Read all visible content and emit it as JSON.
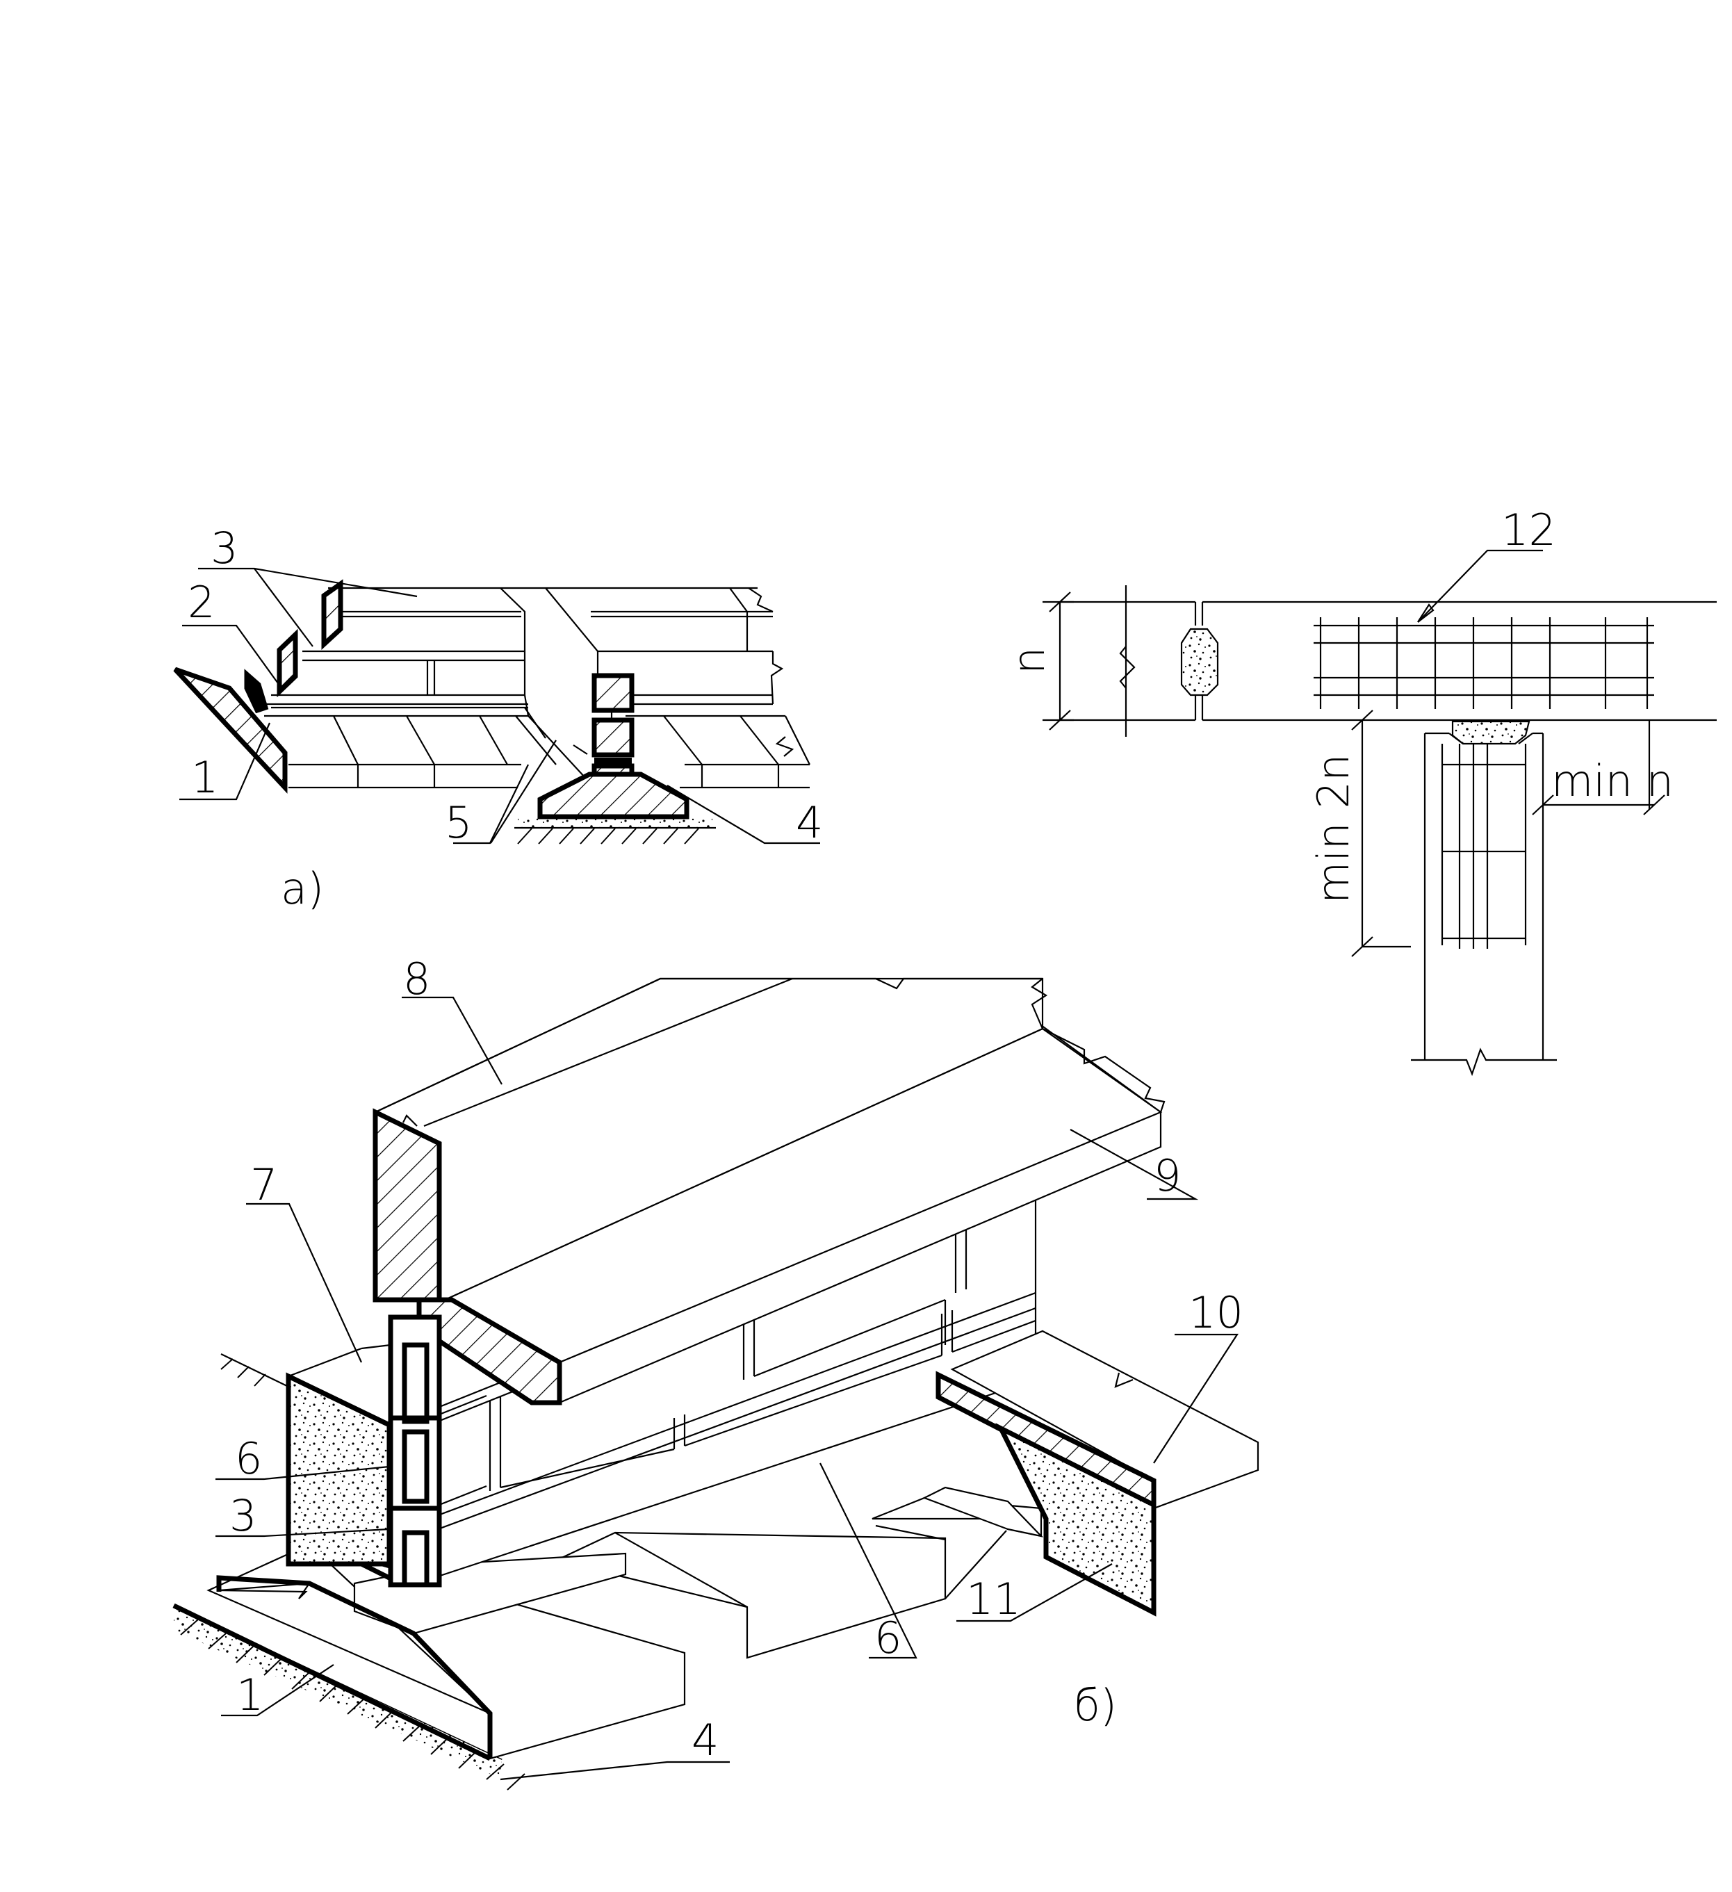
{
  "labels": {
    "a_1": "1",
    "a_2": "2",
    "a_3": "3",
    "a_4": "4",
    "a_5": "5",
    "caption_a": "a)",
    "b_1": "1",
    "b_3": "3",
    "b_4": "4",
    "b_6_left": "6",
    "b_6_bottom": "6",
    "b_7": "7",
    "b_8": "8",
    "b_9": "9",
    "b_10": "10",
    "b_11": "11",
    "caption_b": "б)",
    "d_12": "12",
    "dim_n": "n",
    "dim_min_2n": "min 2n",
    "dim_min_n": "min n"
  }
}
